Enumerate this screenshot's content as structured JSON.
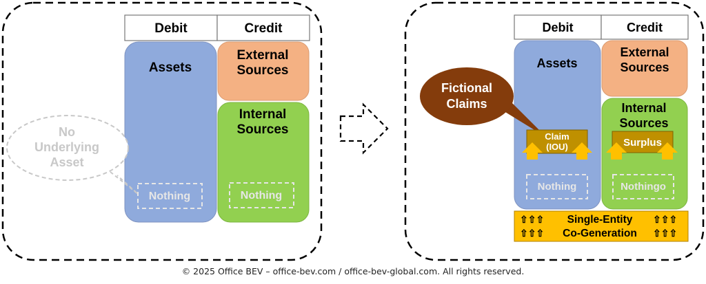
{
  "left_panel": {
    "header_debit": "Debit",
    "header_credit": "Credit",
    "assets": "Assets",
    "external_line1": "External",
    "external_line2": "Sources",
    "internal_line1": "Internal",
    "internal_line2": "Sources",
    "debit_nothing": "Nothing",
    "credit_nothing": "Nothing",
    "bubble_line1": "No",
    "bubble_line2": "Underlying",
    "bubble_line3": "Asset"
  },
  "right_panel": {
    "header_debit": "Debit",
    "header_credit": "Credit",
    "assets": "Assets",
    "external_line1": "External",
    "external_line2": "Sources",
    "internal_line1": "Internal",
    "internal_line2": "Sources",
    "bubble_line1": "Fictional",
    "bubble_line2": "Claims",
    "claim_line1": "Claim",
    "claim_line2": "(IOU)",
    "surplus": "Surplus",
    "debit_nothing": "Nothing",
    "credit_nothing": "Nothingo",
    "bar_arrows": "⇧⇧⇧",
    "bar_line1": "Single-Entity",
    "bar_line2": "Co-Generation"
  },
  "footer": "© 2025 Office BEV – office-bev.com / office-bev-global.com. All rights reserved.",
  "colors": {
    "assets": "#8faadc",
    "external": "#f4b183",
    "internal": "#92d050",
    "gold": "#ffc000",
    "claim_box": "#bf9000",
    "bubble": "#843c0c",
    "ghost": "#d0d0d0"
  }
}
